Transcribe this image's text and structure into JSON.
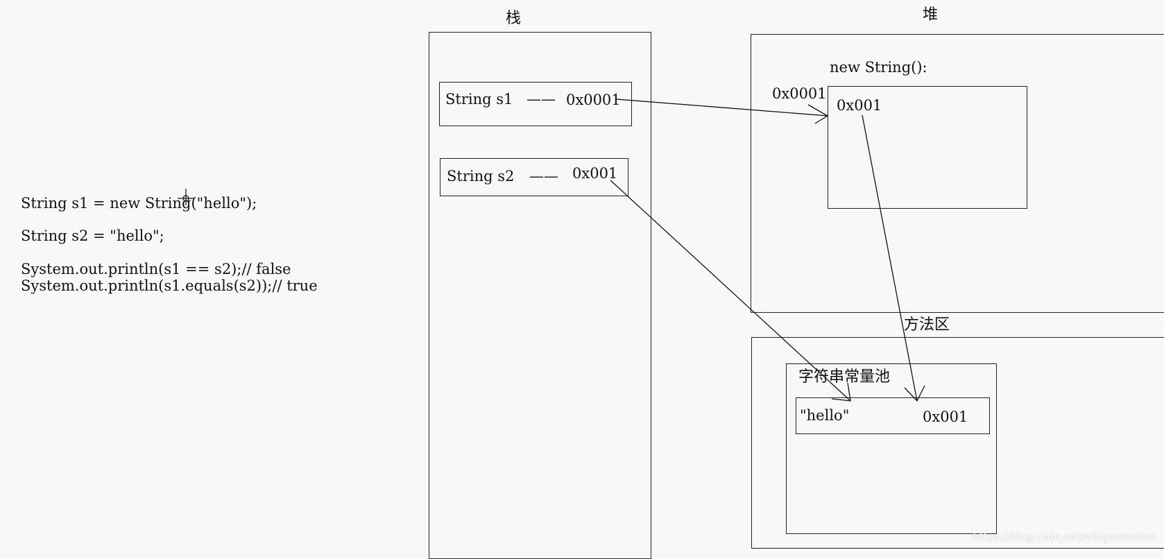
{
  "code": {
    "line1": "String s1 = new String(\"hello\");",
    "line2": "String s2 = \"hello\";",
    "line3": "System.out.println(s1 == s2);// false",
    "line4": "System.out.println(s1.equals(s2));// true"
  },
  "regions": {
    "stack_title": "栈",
    "heap_title": "堆",
    "method_area_title": "方法区",
    "string_pool_title": "字符串常量池"
  },
  "stack": {
    "s1": {
      "name": "String s1",
      "connector": "——",
      "value": "0x0001"
    },
    "s2": {
      "name": "String s2",
      "connector": "——",
      "value": "0x001"
    }
  },
  "heap": {
    "object_label": "new String():",
    "object_address": "0x0001",
    "object_value": "0x001"
  },
  "pool": {
    "literal": "\"hello\"",
    "address": "0x001"
  },
  "watermark": "https://blog.csdn.net/wingsemotion"
}
